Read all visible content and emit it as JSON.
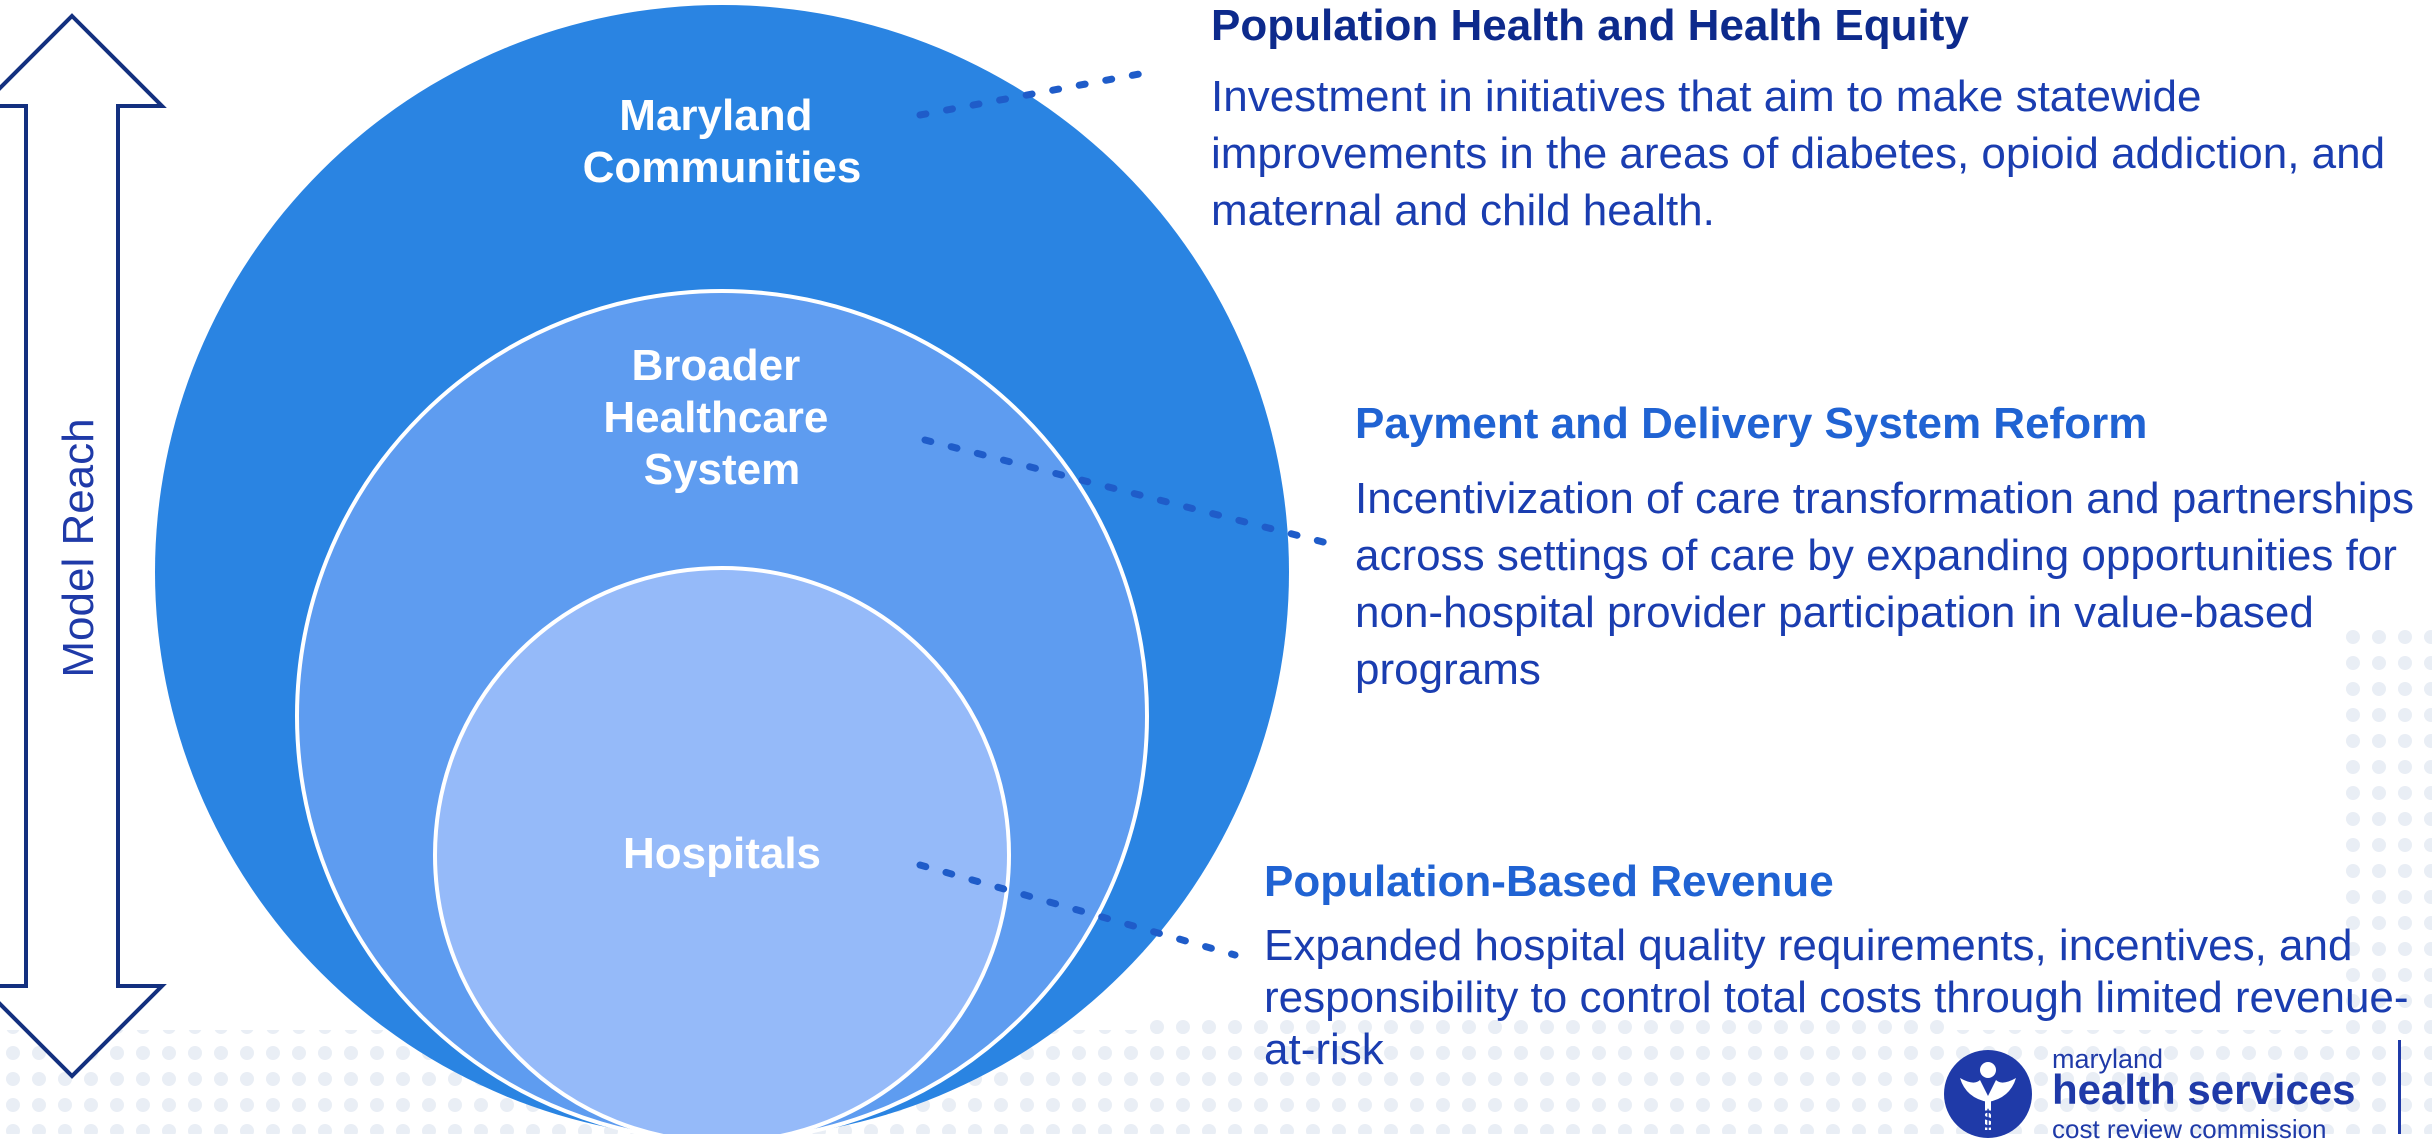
{
  "diagram": {
    "axis_label": "Model Reach",
    "circles": [
      {
        "label_lines": [
          "Maryland",
          "Communities"
        ]
      },
      {
        "label_lines": [
          "Broader",
          "Healthcare",
          "System"
        ]
      },
      {
        "label_lines": [
          "Hospitals"
        ]
      }
    ]
  },
  "callouts": [
    {
      "title": "Population Health and Health Equity",
      "body": "Investment in initiatives that aim to make statewide improvements in the areas of diabetes, opioid addiction, and maternal and child health."
    },
    {
      "title": "Payment and Delivery System Reform",
      "body": "Incentivization of care transformation and partnerships across settings of care by expanding opportunities for non-hospital provider participation in value-based programs"
    },
    {
      "title": "Population-Based Revenue",
      "body": "Expanded hospital quality requirements,  incentives, and responsibility to control total costs through limited revenue-at-risk"
    }
  ],
  "logo": {
    "line1": "maryland",
    "line2": "health services",
    "line3": "cost review commission"
  },
  "colors": {
    "outer": "#2a84e2",
    "middle": "#5e9cf0",
    "inner": "#95baf9",
    "heading_dark": "#0d2a8c",
    "heading_light": "#2063d3",
    "body_text": "#1a3db0",
    "arrow": "#13307f",
    "dots": "#e9eef5"
  }
}
